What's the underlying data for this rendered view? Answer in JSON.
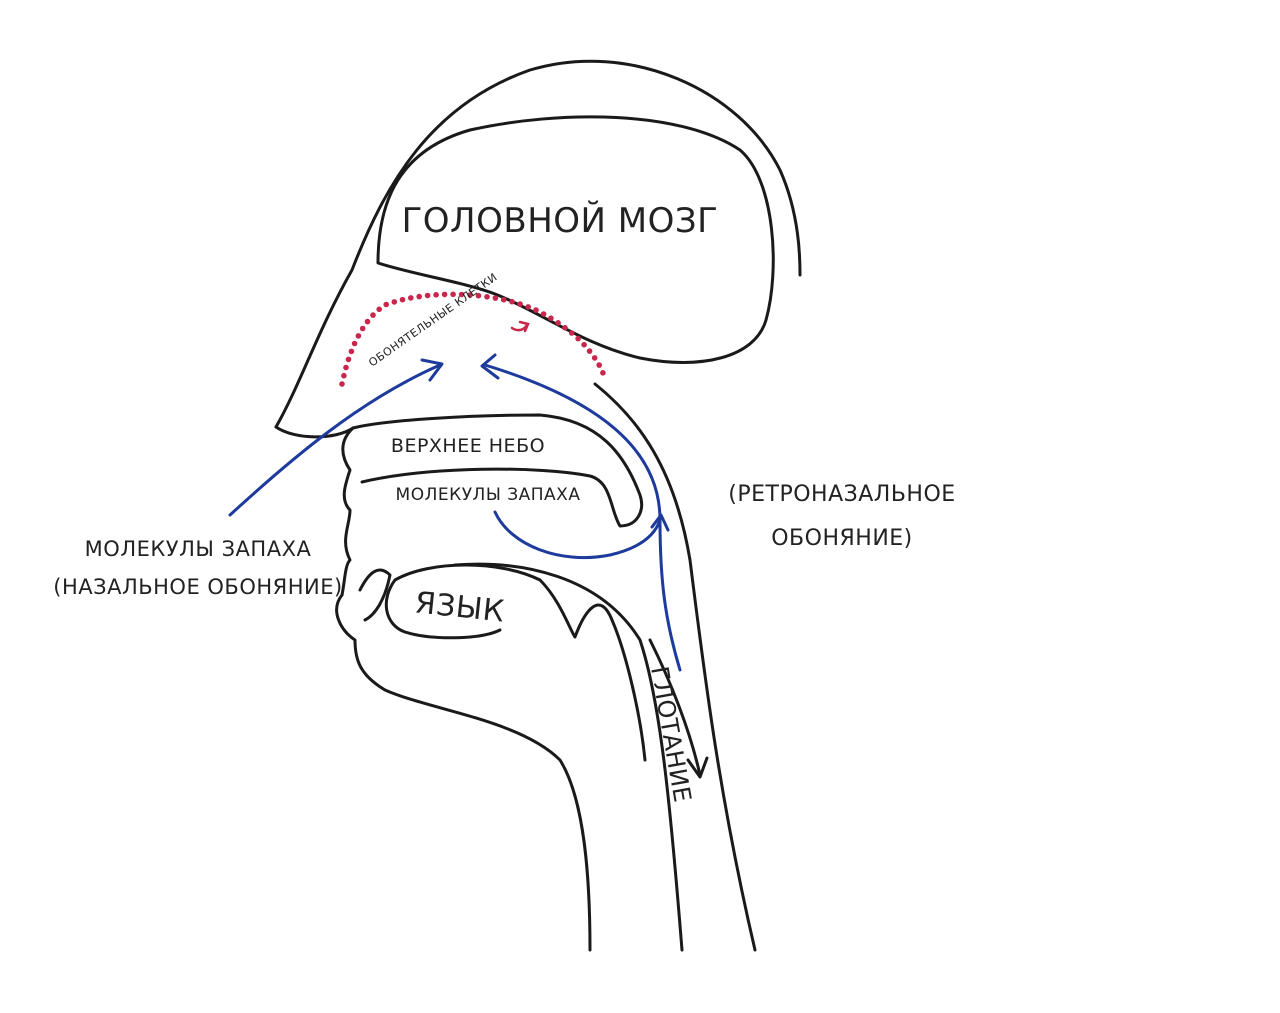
{
  "labels": {
    "brain": "ГОЛОВНОЙ МОЗГ",
    "olfactory_cells": "ОБОНЯТЕЛЬНЫЕ КЛЕТКИ",
    "upper_palate": "ВЕРХНЕЕ НЕБО",
    "odor_molecules_inner": "МОЛЕКУЛЫ ЗАПАХА",
    "odor_molecules_nasal_line1": "МОЛЕКУЛЫ ЗАПАХА",
    "odor_molecules_nasal_line2": "(НАЗАЛЬНОЕ ОБОНЯНИЕ)",
    "retronasal_line1": "(РЕТРОНАЗАЛЬНОЕ",
    "retronasal_line2": "ОБОНЯНИЕ)",
    "tongue": "ЯЗЫК",
    "swallowing": "ГЛОТАНИЕ"
  },
  "colors": {
    "outline": "#1a1a1a",
    "airflow_arrows": "#1d3a9c",
    "olfactory_cells": "#c8264a",
    "background": "#ffffff"
  }
}
